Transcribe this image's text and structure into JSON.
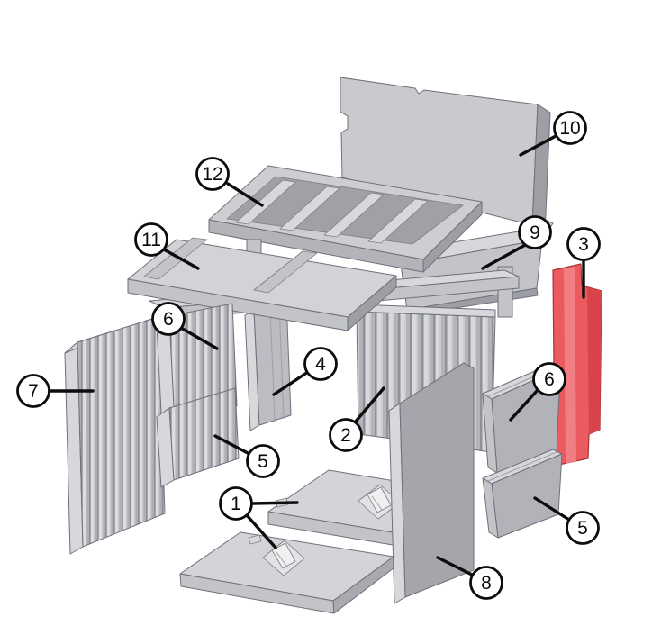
{
  "diagram": {
    "background_color": "#ffffff",
    "highlight_color": "#ea5a5e",
    "part_gray_light": "#d7d8db",
    "part_gray_mid": "#c3c4c8",
    "part_gray_dark": "#9e9fa5",
    "outline_color": "#6f707a",
    "callout_ring_color": "#0c0c0c",
    "highlighted_callout": "3",
    "callouts": [
      {
        "label": "12"
      },
      {
        "label": "11"
      },
      {
        "label": "10"
      },
      {
        "label": "9"
      },
      {
        "label": "3"
      },
      {
        "label": "7"
      },
      {
        "label": "6"
      },
      {
        "label": "4"
      },
      {
        "label": "2"
      },
      {
        "label": "6"
      },
      {
        "label": "5"
      },
      {
        "label": "1"
      },
      {
        "label": "5"
      },
      {
        "label": "8"
      }
    ]
  }
}
